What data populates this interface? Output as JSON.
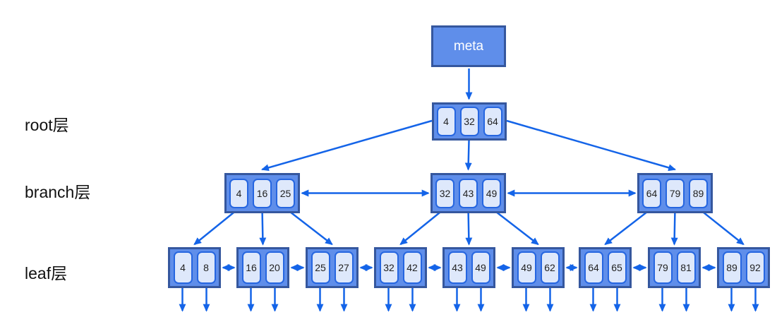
{
  "diagram": {
    "meta_label": "meta",
    "layer_labels": {
      "root": "root层",
      "branch": "branch层",
      "leaf": "leaf层"
    },
    "tree": {
      "root": [
        "4",
        "32",
        "64"
      ],
      "branches": [
        [
          "4",
          "16",
          "25"
        ],
        [
          "32",
          "43",
          "49"
        ],
        [
          "64",
          "79",
          "89"
        ]
      ],
      "leaves": [
        [
          "4",
          "8"
        ],
        [
          "16",
          "20"
        ],
        [
          "25",
          "27"
        ],
        [
          "32",
          "42"
        ],
        [
          "43",
          "49"
        ],
        [
          "49",
          "62"
        ],
        [
          "64",
          "65"
        ],
        [
          "79",
          "81"
        ],
        [
          "89",
          "92"
        ]
      ]
    },
    "colors": {
      "node_fill": "#5f8eea",
      "node_border": "#35579e",
      "cell_fill": "#dee8fb",
      "cell_border": "#2666e0",
      "cell_text": "#222222",
      "arrow": "#1464e8",
      "label_text": "#111111"
    }
  }
}
